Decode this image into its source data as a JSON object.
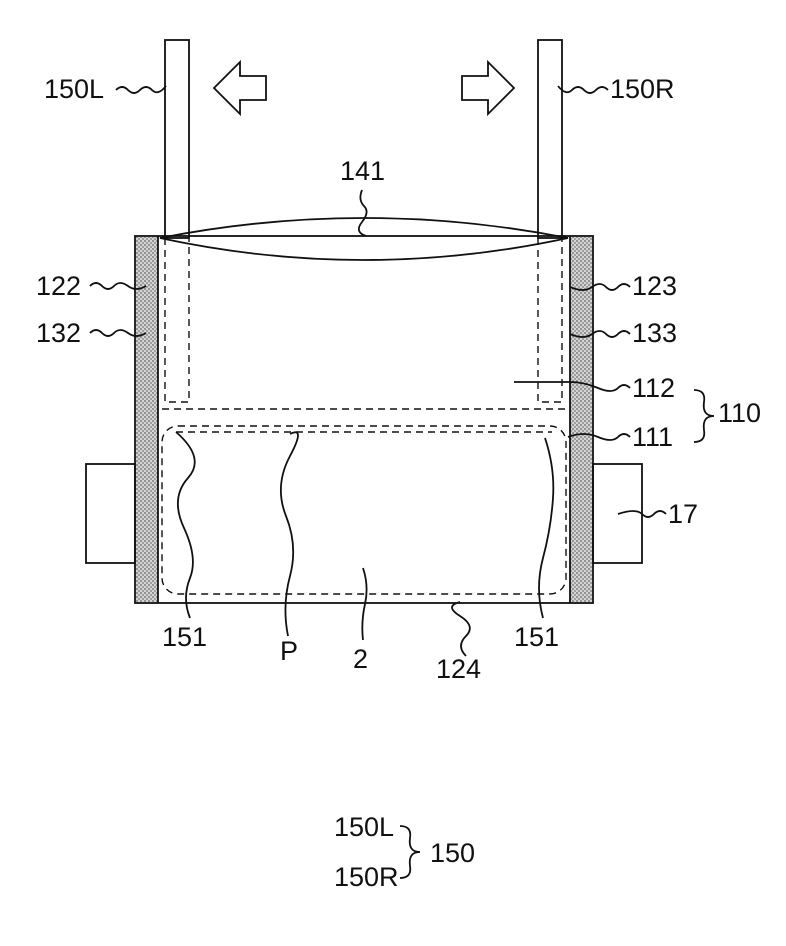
{
  "labels": {
    "arm_left": "150L",
    "arm_right": "150R",
    "top_film": "141",
    "wall_left_outer": "122",
    "wall_left_inner": "132",
    "wall_right_outer": "123",
    "wall_right_inner": "133",
    "upper_layer": "112",
    "lower_layer": "111",
    "group_110": "110",
    "heater": "17",
    "grip_left": "151",
    "grip_right": "151",
    "pouch": "P",
    "body": "2",
    "bottom": "124",
    "legend_a": "150L",
    "legend_b": "150R",
    "legend_group": "150"
  }
}
